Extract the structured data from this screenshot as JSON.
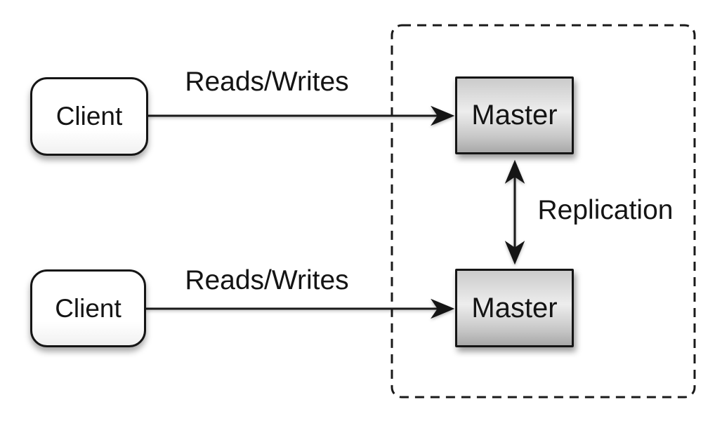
{
  "diagram": {
    "nodes": {
      "client_top": {
        "label": "Client"
      },
      "client_bottom": {
        "label": "Client"
      },
      "master_top": {
        "label": "Master"
      },
      "master_bottom": {
        "label": "Master"
      }
    },
    "edges": {
      "reads_writes_top": {
        "label": "Reads/Writes"
      },
      "reads_writes_bottom": {
        "label": "Reads/Writes"
      },
      "replication": {
        "label": "Replication"
      }
    },
    "colors": {
      "stroke": "#1a1a1a",
      "text": "#141414",
      "client_fill": "#ffffff",
      "master_fill_light": "#ededed",
      "master_fill_dark": "#a9a9a9",
      "background": "#ffffff"
    }
  }
}
